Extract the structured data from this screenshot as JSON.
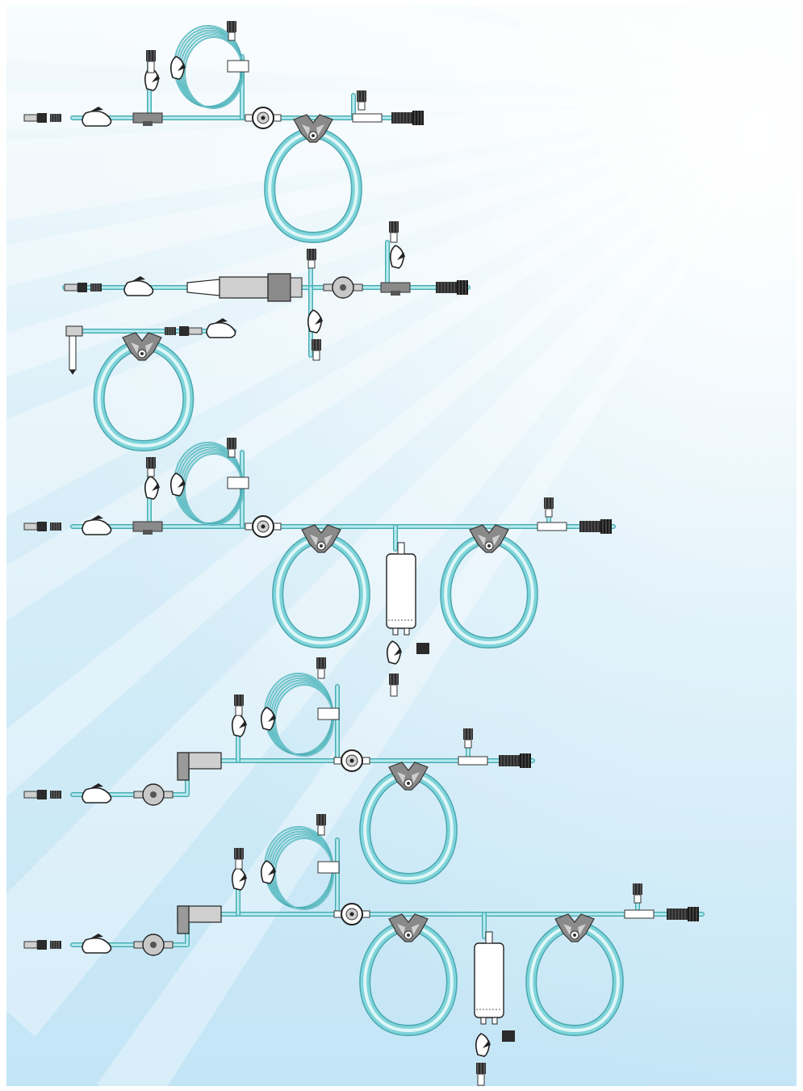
{
  "page": {
    "description_text": ""
  },
  "colors": {
    "sky_top": "#f7fbfd",
    "sky_mid": "#d3ecf7",
    "sky_bottom": "#bfe3f5",
    "tube": "#7fd4da",
    "tube_edge": "#4aa8b0",
    "tube_core": "#dff6f7",
    "plastic_dark": "#2b2b2b",
    "plastic_mid": "#8a8a8a",
    "plastic_light": "#cfcfcf",
    "clamp_fill": "#e8e8e8",
    "label_fill": "#ffffff"
  },
  "icons": [
    "luer-connector-icon",
    "roller-clamp-icon",
    "pinch-clamp-icon",
    "y-connector-icon",
    "injection-port-icon",
    "pressure-monitor-icon",
    "drip-chamber-icon",
    "bubble-trap-icon",
    "end-cap-icon",
    "pump-segment-loop-icon",
    "coiled-tubing-icon"
  ],
  "tubing_sets": [
    {
      "id": "set-1",
      "has_coil": true,
      "loops": 1,
      "has_chamber": false
    },
    {
      "id": "set-2",
      "has_coil": false,
      "loops": 1,
      "has_chamber": true
    },
    {
      "id": "set-3",
      "has_coil": true,
      "loops": 2,
      "has_chamber": true
    },
    {
      "id": "set-4",
      "has_coil": true,
      "loops": 1,
      "has_chamber": false
    },
    {
      "id": "set-5",
      "has_coil": true,
      "loops": 2,
      "has_chamber": true
    }
  ]
}
